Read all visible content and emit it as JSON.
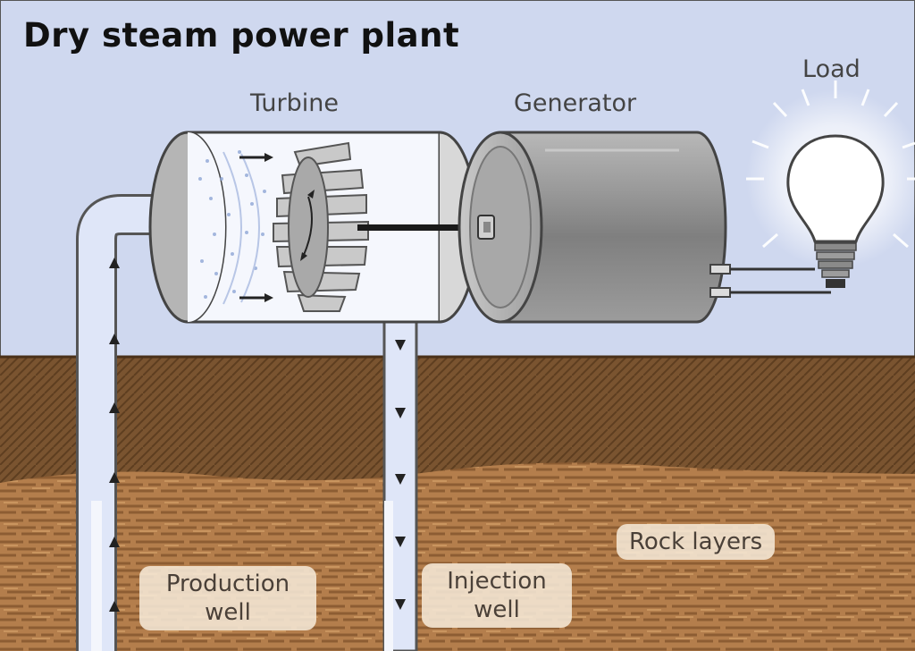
{
  "title": "Dry steam power plant",
  "labels": {
    "turbine": "Turbine",
    "generator": "Generator",
    "load": "Load",
    "rock_layers": "Rock layers",
    "production_well": [
      "Production",
      "well"
    ],
    "injection_well": [
      "Injection",
      "well"
    ]
  },
  "colors": {
    "sky": "#cfd8ef",
    "topsoil": "#7a5430",
    "rock": "#b47e4c",
    "steam": "#dfe6f8",
    "generator_body": "#8b8b8b"
  },
  "icons": {
    "flow_up": "up-triangle",
    "flow_down": "down-triangle",
    "bulb": "light-bulb-icon"
  }
}
